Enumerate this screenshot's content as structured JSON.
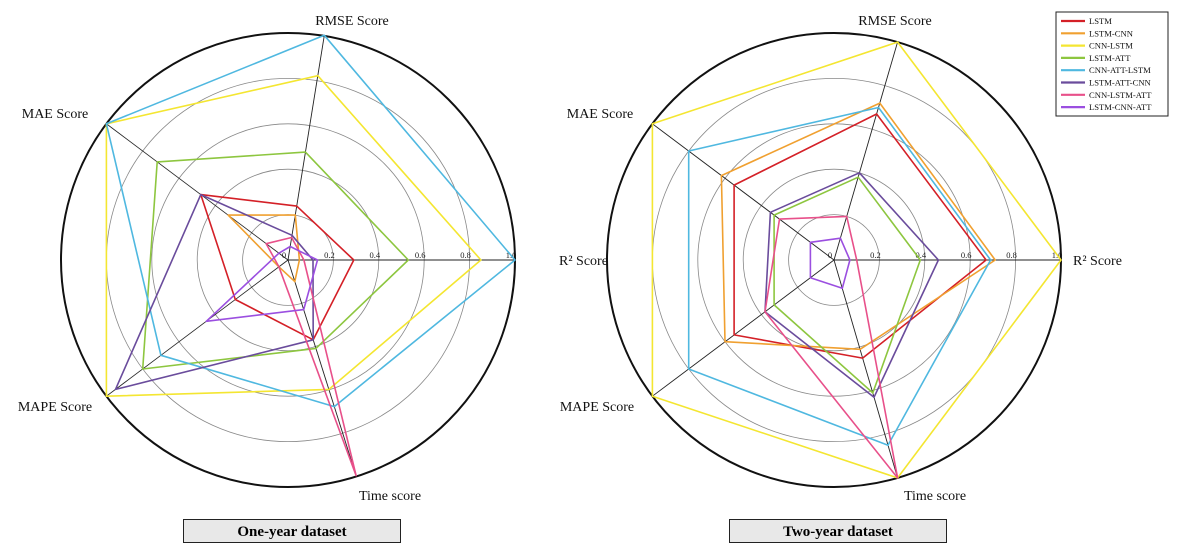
{
  "chart_data": [
    {
      "type": "radar",
      "title": "One-year dataset",
      "axes": [
        "R² Score",
        "RMSE Score",
        "MAE Score",
        "MAPE Score",
        "Time score"
      ],
      "ticks": [
        "0",
        "0.2",
        "0.4",
        "0.6",
        "0.8",
        "1.0"
      ],
      "rlim": [
        0,
        1.0
      ],
      "series": [
        {
          "name": "LSTM",
          "color": "#d42027",
          "values": [
            0.29,
            0.24,
            0.48,
            0.29,
            0.37
          ]
        },
        {
          "name": "LSTM-CNN",
          "color": "#f0a030",
          "values": [
            0.05,
            0.2,
            0.33,
            0.05,
            0.1
          ]
        },
        {
          "name": "CNN-LSTM",
          "color": "#f4e631",
          "values": [
            0.85,
            0.82,
            1.0,
            1.0,
            0.6
          ]
        },
        {
          "name": "LSTM-ATT",
          "color": "#8dc63f",
          "values": [
            0.53,
            0.48,
            0.72,
            0.8,
            0.41
          ]
        },
        {
          "name": "CNN-ATT-LSTM",
          "color": "#4fb8e0",
          "values": [
            1.0,
            1.0,
            1.0,
            0.7,
            0.68
          ]
        },
        {
          "name": "LSTM-ATT-CNN",
          "color": "#6a4c9c",
          "values": [
            0.11,
            0.11,
            0.48,
            0.95,
            0.37
          ]
        },
        {
          "name": "CNN-LSTM-ATT",
          "color": "#e8508a",
          "values": [
            0.07,
            0.1,
            0.12,
            0.05,
            1.0
          ]
        },
        {
          "name": "LSTM-CNN-ATT",
          "color": "#9b4fe0",
          "values": [
            0.13,
            0.06,
            0.05,
            0.45,
            0.23
          ]
        }
      ]
    },
    {
      "type": "radar",
      "title": "Two-year dataset",
      "axes": [
        "R² Score",
        "RMSE Score",
        "MAE Score",
        "MAPE Score",
        "Time score"
      ],
      "ticks": [
        "0",
        "0.2",
        "0.4",
        "0.6",
        "0.8",
        "1.0"
      ],
      "rlim": [
        0,
        1.0
      ],
      "series": [
        {
          "name": "LSTM",
          "color": "#d42027",
          "values": [
            0.67,
            0.67,
            0.55,
            0.55,
            0.45
          ]
        },
        {
          "name": "LSTM-CNN",
          "color": "#f0a030",
          "values": [
            0.71,
            0.72,
            0.62,
            0.6,
            0.41
          ]
        },
        {
          "name": "CNN-LSTM",
          "color": "#f4e631",
          "values": [
            1.0,
            1.0,
            1.0,
            1.0,
            1.0
          ]
        },
        {
          "name": "LSTM-ATT",
          "color": "#8dc63f",
          "values": [
            0.38,
            0.38,
            0.33,
            0.33,
            0.61
          ]
        },
        {
          "name": "CNN-ATT-LSTM",
          "color": "#4fb8e0",
          "values": [
            0.69,
            0.7,
            0.8,
            0.8,
            0.85
          ]
        },
        {
          "name": "LSTM-ATT-CNN",
          "color": "#6a4c9c",
          "values": [
            0.46,
            0.4,
            0.35,
            0.38,
            0.63
          ]
        },
        {
          "name": "CNN-LSTM-ATT",
          "color": "#e8508a",
          "values": [
            0.1,
            0.2,
            0.3,
            0.38,
            1.0
          ]
        },
        {
          "name": "LSTM-CNN-ATT",
          "color": "#9b4fe0",
          "values": [
            0.07,
            0.1,
            0.13,
            0.13,
            0.13
          ]
        }
      ]
    }
  ]
}
